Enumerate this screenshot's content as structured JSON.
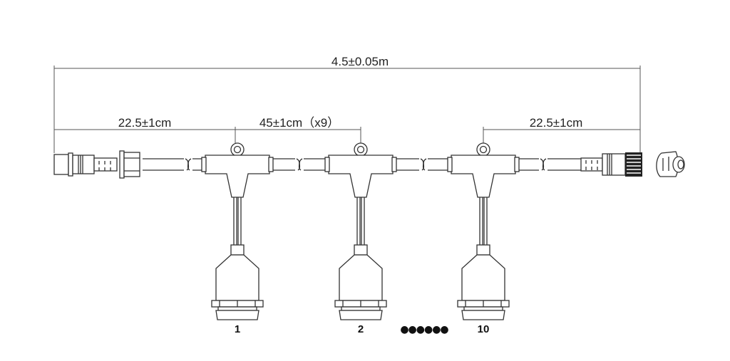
{
  "dimensions": {
    "total_length": "4.5±0.05m",
    "lead_in": "22.5±1cm",
    "spacing": "45±1cm（x9）",
    "lead_out": "22.5±1cm"
  },
  "sockets": [
    {
      "label": "1"
    },
    {
      "label": "2"
    },
    {
      "label": "10"
    }
  ],
  "ellipsis": "●●●●●●"
}
